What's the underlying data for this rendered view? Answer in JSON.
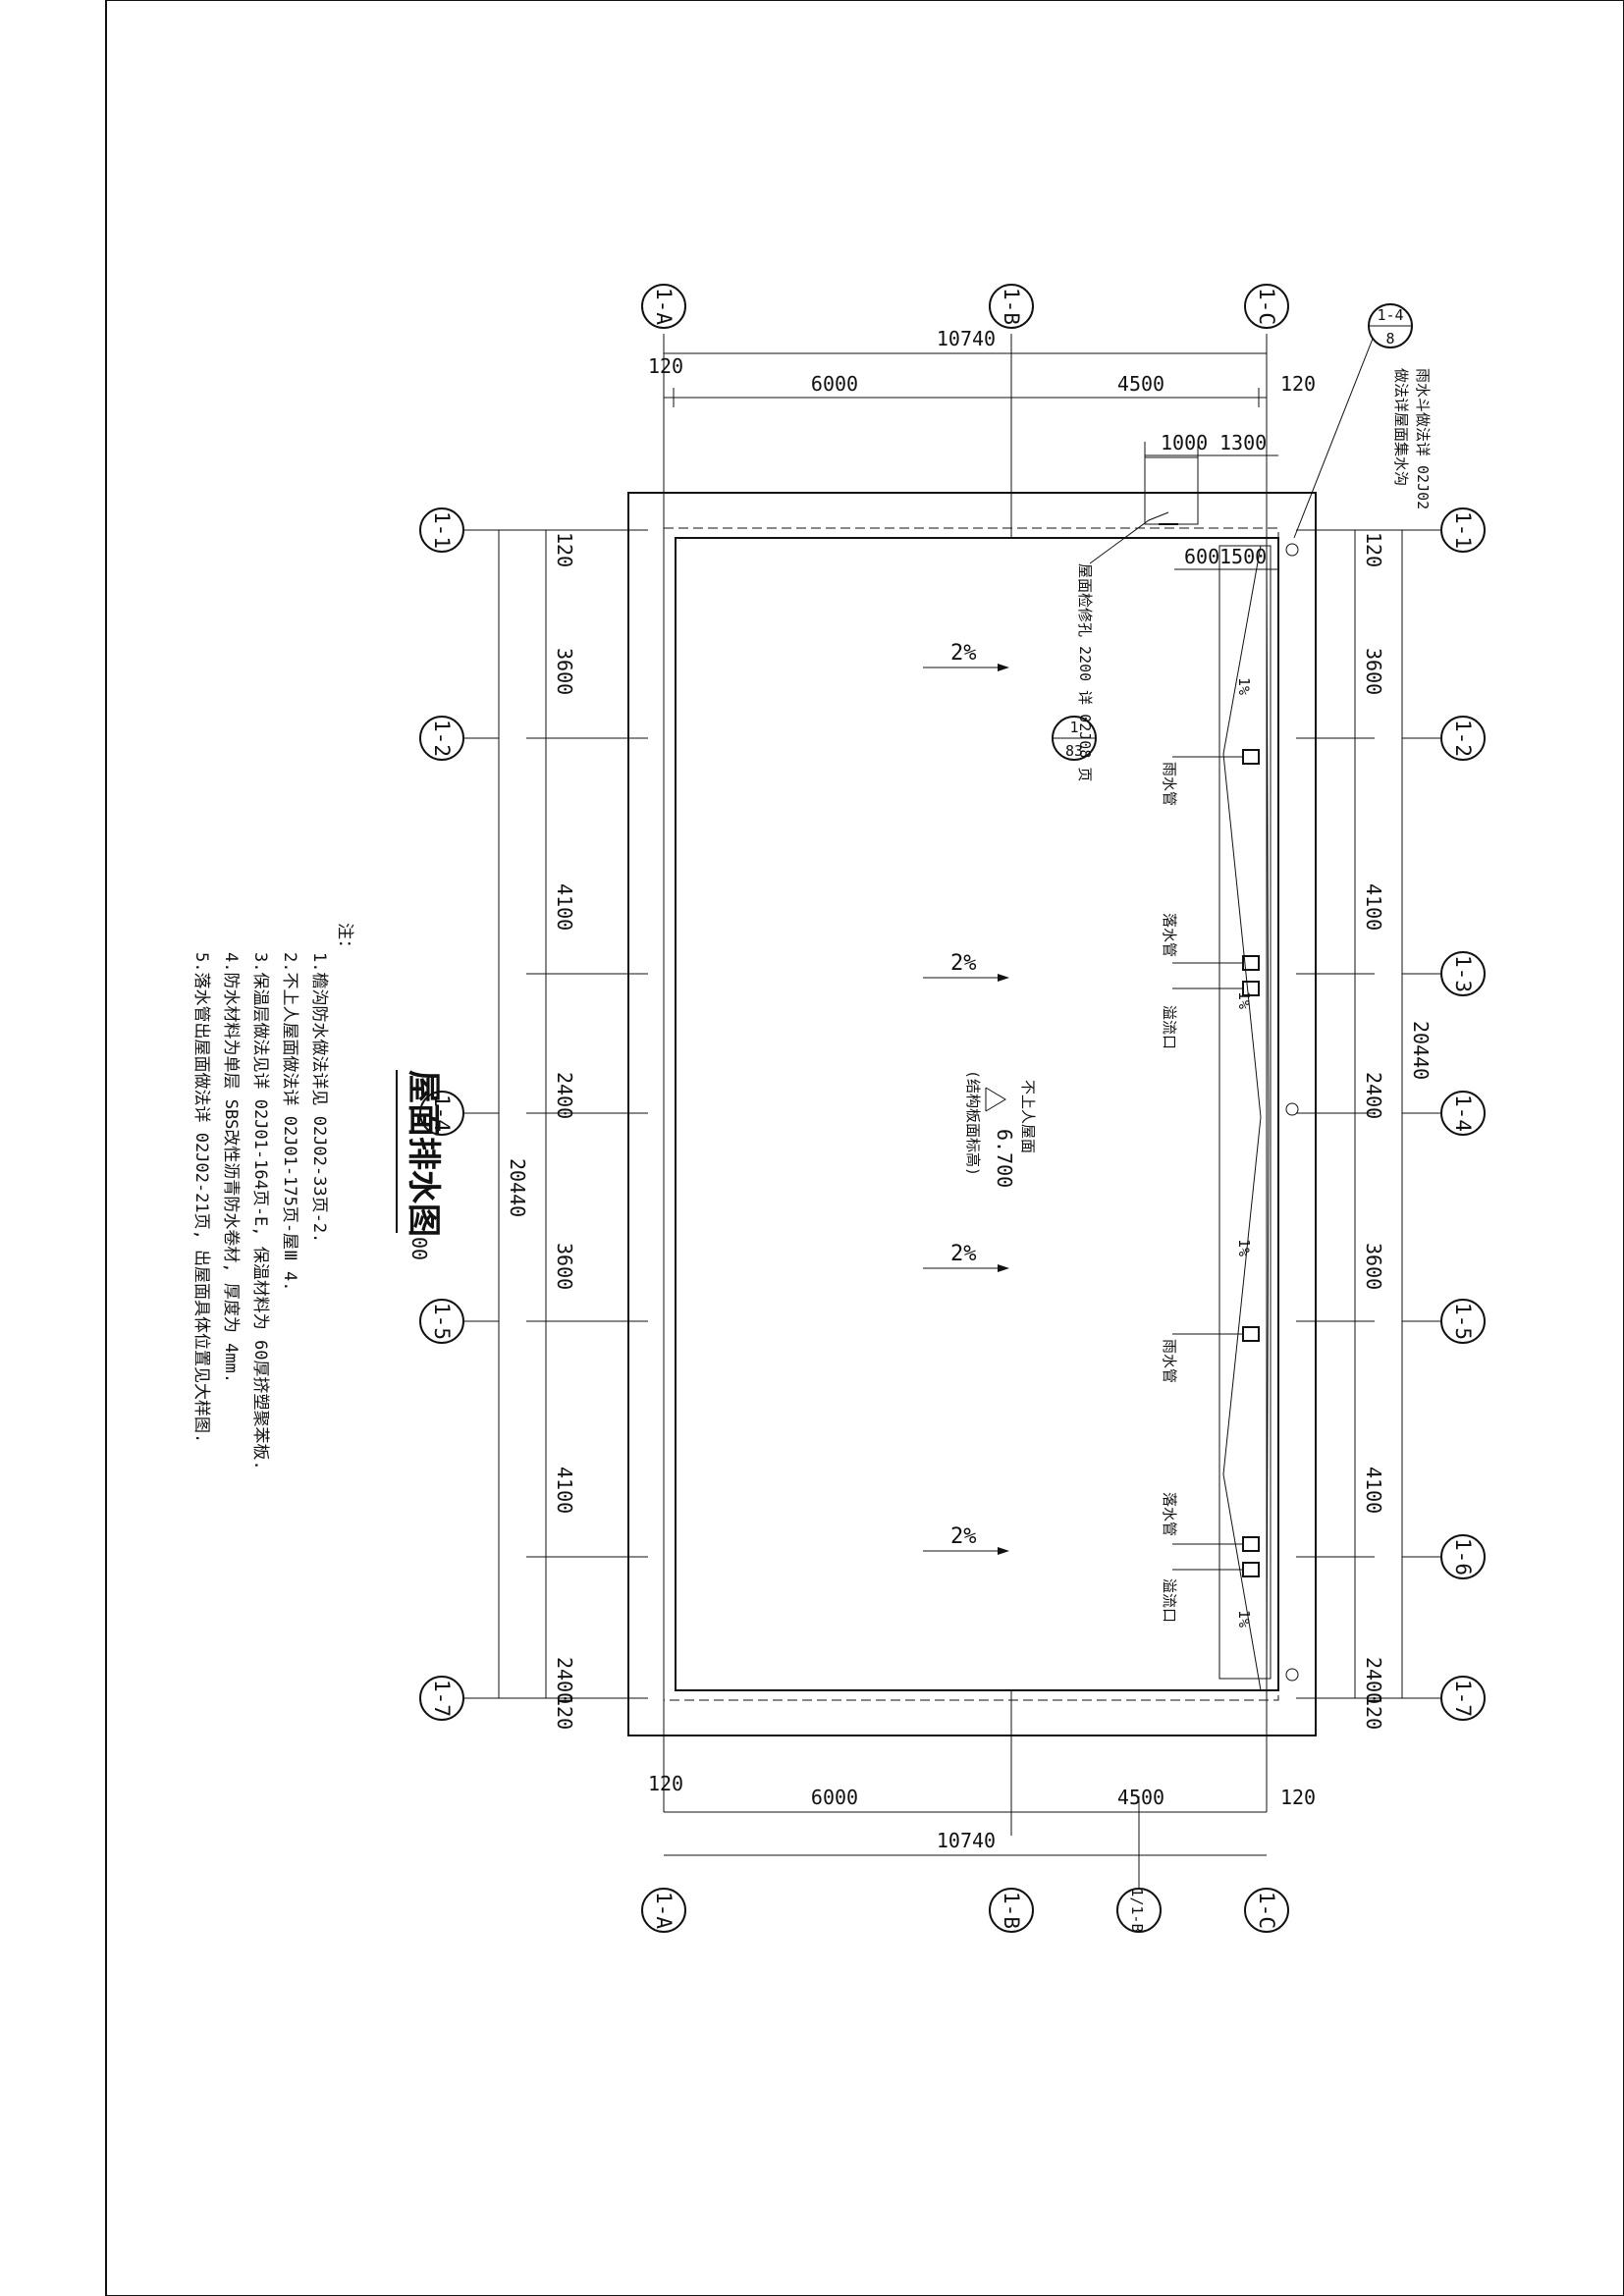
{
  "title": "屋面排水图",
  "title_scale": "00",
  "axes": {
    "letters_top": [
      "1-A",
      "1-B",
      "1-C"
    ],
    "letters_bottom": [
      "1-A",
      "1-B",
      "1/1-B",
      "1-C"
    ],
    "numbers": [
      "1-1",
      "1-2",
      "1-3",
      "1-4",
      "1-5",
      "1-6",
      "1-7"
    ],
    "detail_ref": {
      "top": "1-4",
      "bottom": "8"
    },
    "detail_ref2": {
      "top": "1",
      "bottom": "83"
    }
  },
  "dims": {
    "total_width": "10740",
    "width_segments": [
      "6000",
      "4500"
    ],
    "edge": "120",
    "total_length": "20440",
    "length_segments": [
      "3600",
      "4100",
      "2400",
      "3600",
      "4100",
      "2400"
    ],
    "hatch_1000": "1000",
    "hatch_1300": "1300",
    "gutter_600": "600",
    "gutter_1500": "1500"
  },
  "slopes": {
    "main": "2%",
    "gutter": "1%"
  },
  "level": {
    "value": "6.700",
    "label": "不上人屋面",
    "sublabel": "(结构板面标高)"
  },
  "labels": {
    "hatch_note": "屋面检修孔 2200 详 02J08 页",
    "gutter_note": "雨水斗做法详 02J02",
    "gutter_note2": "做法详屋面集水沟",
    "downpipe_a": "雨水管",
    "downpipe_b": "落水管",
    "overflow": "溢流口"
  },
  "notes": {
    "heading": "注：",
    "items": [
      "1.檐沟防水做法详见   02J02-33页-2.",
      "2.不上人屋面做法详   02J01-175页-屋Ⅲ 4.",
      "3.保温层做法见详     02J01-164页-E, 保温材料为    60厚挤塑聚苯板.",
      "4.防水材料为单层     SBS改性沥青防水卷材, 厚度为    4mm.",
      "5.落水管出屋面做法详   02J02-21页, 出屋面具体位置见大样图."
    ]
  }
}
